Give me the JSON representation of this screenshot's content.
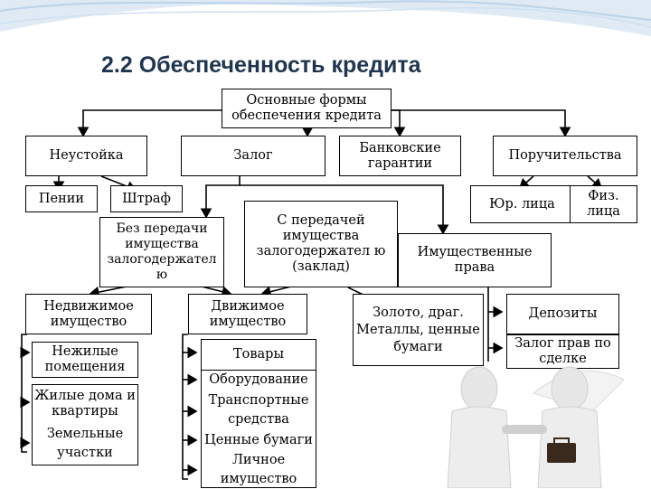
{
  "title": "2.2 Обеспеченность кредита",
  "root": "Основные формы обеспечения кредита",
  "forms": {
    "penalty": "Неустойка",
    "pledge": "Залог",
    "bank_guarantee": "Банковские гарантии",
    "surety": "Поручительства"
  },
  "penalty_kinds": {
    "peni": "Пении",
    "fine": "Штраф"
  },
  "pledge_kinds": {
    "without_transfer": "Без передачи имущества залогодержател ю",
    "with_transfer": "С передачей имущества залогодержател ю (заклад)"
  },
  "surety_kinds": {
    "legal": "Юр. лица",
    "physical": "Физ. лица"
  },
  "property_rights": "Имущественные права",
  "real_estate": {
    "header": "Недвижимое имущество",
    "items": [
      "Нежилые помещения",
      "Жилые дома и квартиры",
      "Земельные участки"
    ]
  },
  "movable": {
    "header": "Движимое имущество",
    "items": [
      "Товары",
      "Оборудование",
      "Транспортные средства",
      "Ценные бумаги",
      "Личное имущество"
    ]
  },
  "valuables": "Золото, драг. Металлы, ценные бумаги",
  "rights_items": [
    "Депозиты",
    "Залог прав по сделке"
  ],
  "colors": {
    "title": "#1f3550",
    "wave": "#bcd3ea",
    "lines": "#000000"
  }
}
